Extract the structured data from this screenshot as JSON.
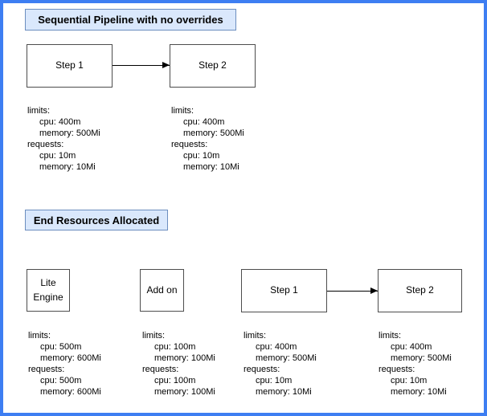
{
  "style_colors": {
    "frame_border": "#3d7ef2",
    "title_fill": "#dae8fc",
    "title_stroke": "#6c8ebf",
    "node_stroke": "#4d4d4d",
    "arrow_color": "#000000"
  },
  "pipeline_section": {
    "title": "Sequential Pipeline with no overrides",
    "steps": [
      {
        "label": "Step 1"
      },
      {
        "label": "Step 2"
      }
    ],
    "resources": [
      {
        "limits_label": "limits:",
        "limits_cpu": "cpu: 400m",
        "limits_memory": "memory: 500Mi",
        "requests_label": "requests:",
        "requests_cpu": "cpu: 10m",
        "requests_memory": "memory: 10Mi"
      },
      {
        "limits_label": "limits:",
        "limits_cpu": "cpu: 400m",
        "limits_memory": "memory: 500Mi",
        "requests_label": "requests:",
        "requests_cpu": "cpu: 10m",
        "requests_memory": "memory: 10Mi"
      }
    ]
  },
  "end_section": {
    "title": "End Resources Allocated",
    "nodes": [
      {
        "label": "Lite Engine"
      },
      {
        "label": "Add on"
      },
      {
        "label": "Step 1"
      },
      {
        "label": "Step 2"
      }
    ],
    "resources": [
      {
        "limits_label": "limits:",
        "limits_cpu": "cpu: 500m",
        "limits_memory": "memory: 600Mi",
        "requests_label": "requests:",
        "requests_cpu": "cpu: 500m",
        "requests_memory": "memory: 600Mi"
      },
      {
        "limits_label": "limits:",
        "limits_cpu": "cpu: 100m",
        "limits_memory": "memory: 100Mi",
        "requests_label": "requests:",
        "requests_cpu": "cpu: 100m",
        "requests_memory": "memory: 100Mi"
      },
      {
        "limits_label": "limits:",
        "limits_cpu": "cpu: 400m",
        "limits_memory": "memory: 500Mi",
        "requests_label": "requests:",
        "requests_cpu": "cpu: 10m",
        "requests_memory": "memory: 10Mi"
      },
      {
        "limits_label": "limits:",
        "limits_cpu": "cpu: 400m",
        "limits_memory": "memory: 500Mi",
        "requests_label": "requests:",
        "requests_cpu": "cpu: 10m",
        "requests_memory": "memory: 10Mi"
      }
    ]
  }
}
